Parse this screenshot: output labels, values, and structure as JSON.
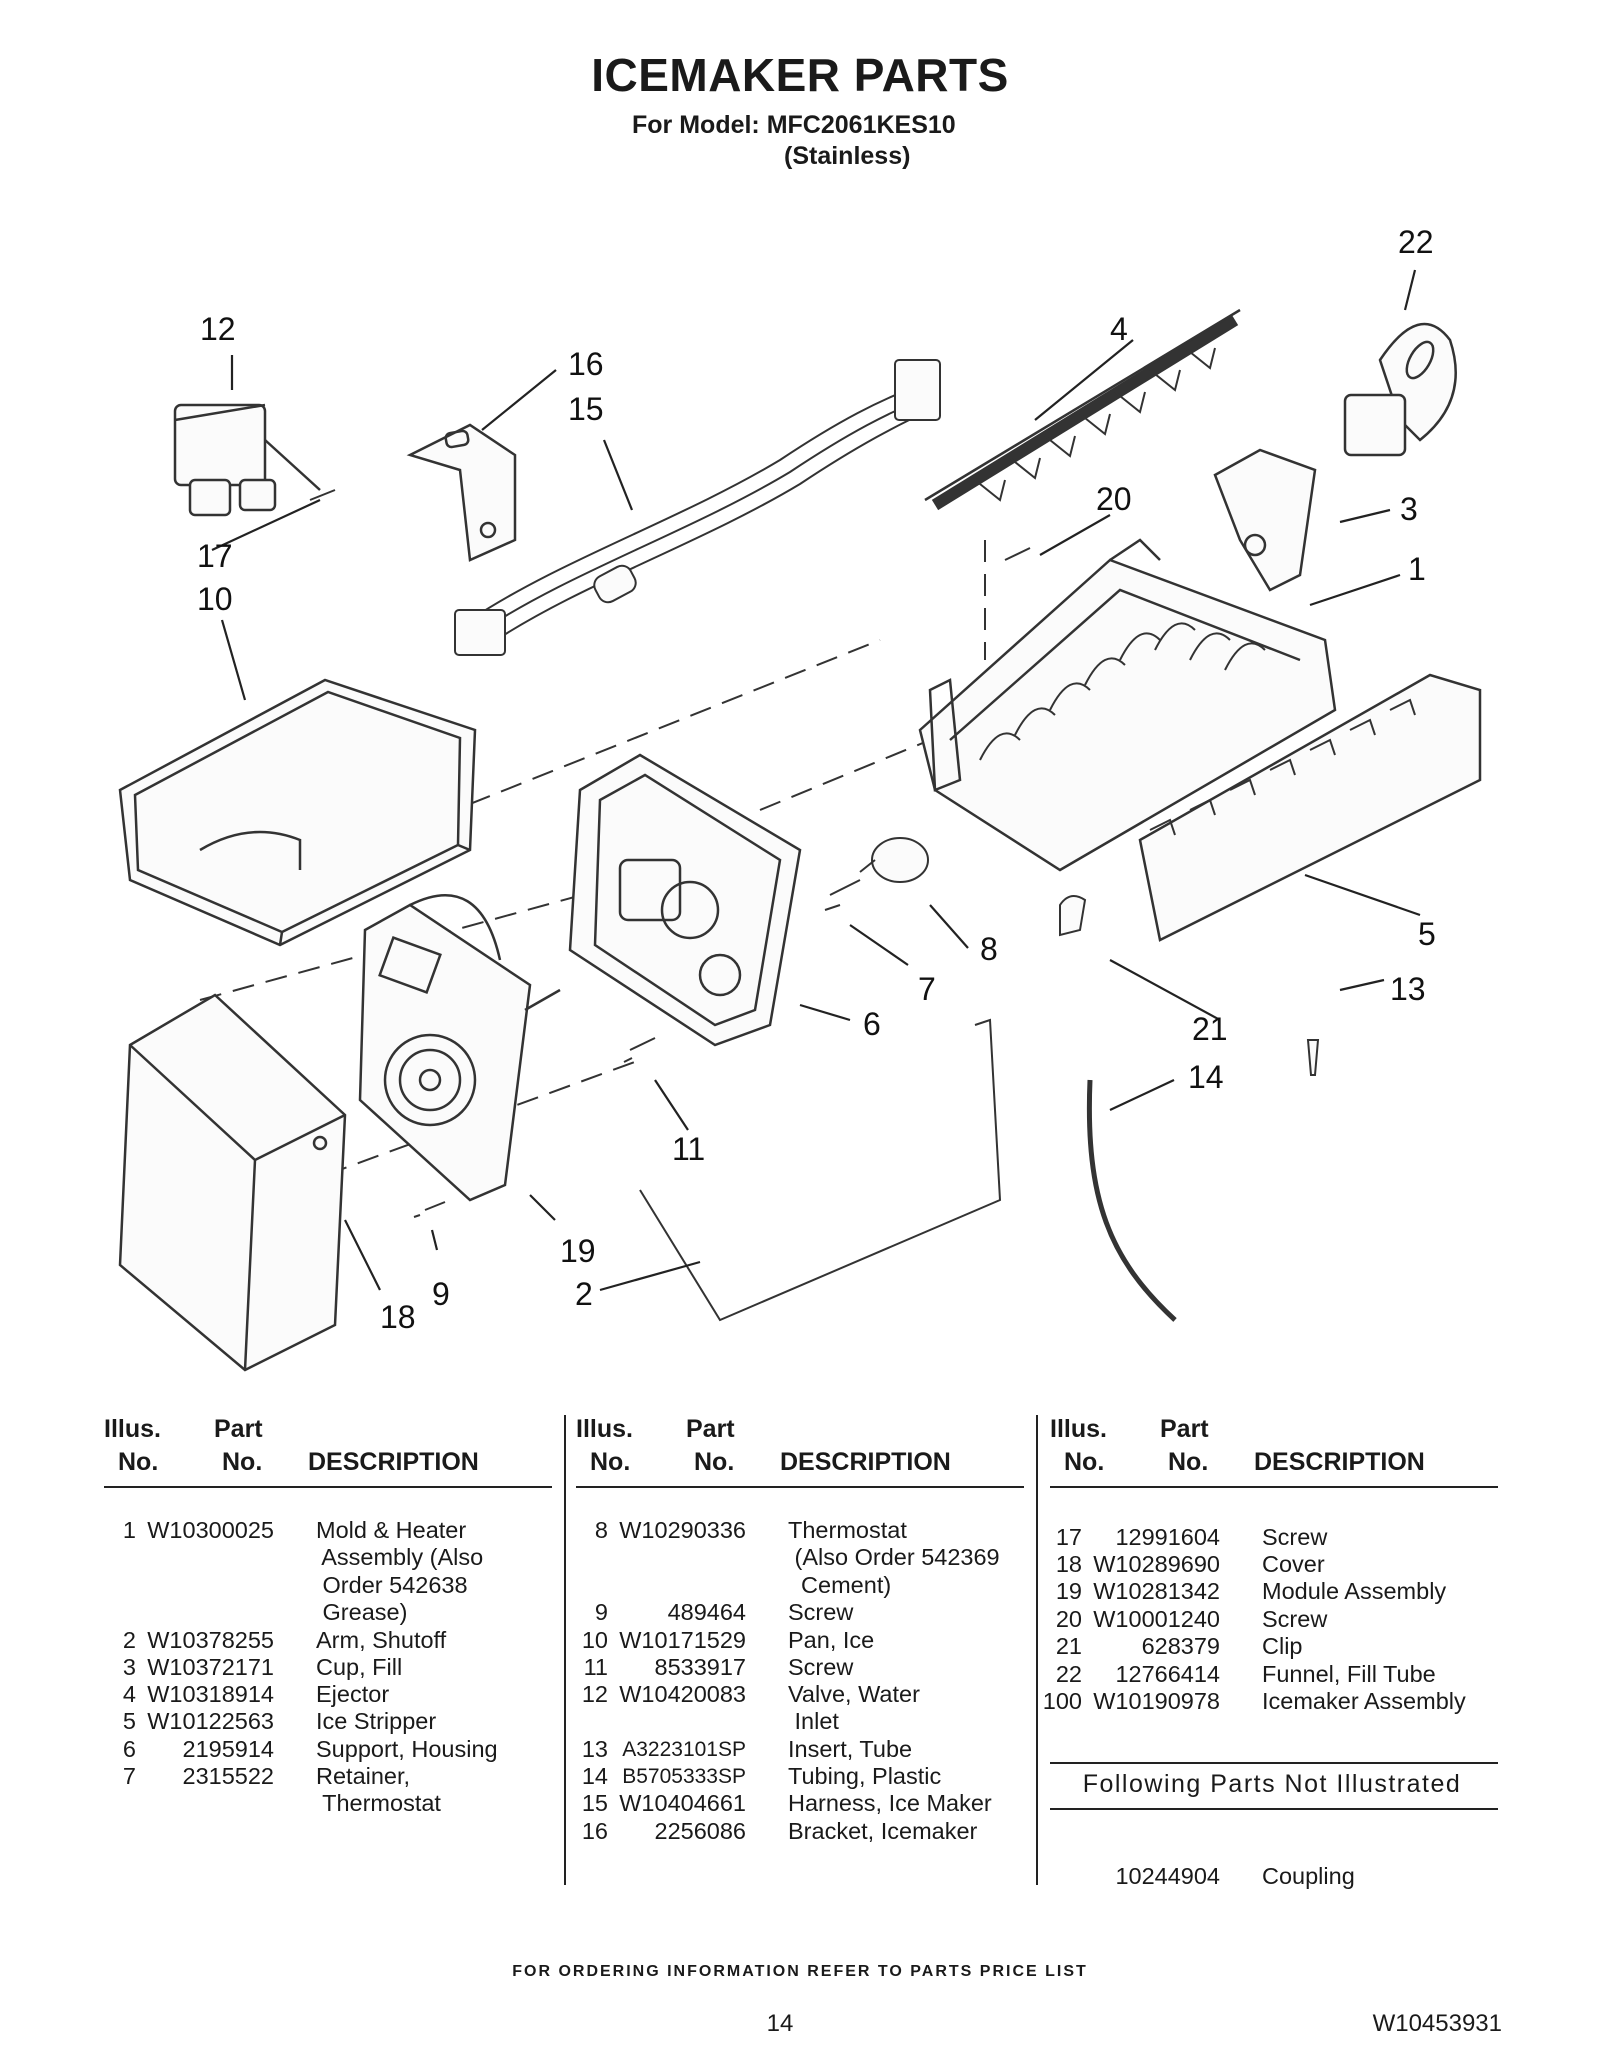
{
  "header": {
    "title": "ICEMAKER PARTS",
    "model_line": "For Model: MFC2061KES10",
    "finish_line": "(Stainless)"
  },
  "diagram": {
    "callouts": [
      "1",
      "2",
      "3",
      "4",
      "5",
      "6",
      "7",
      "8",
      "9",
      "10",
      "11",
      "12",
      "13",
      "14",
      "15",
      "16",
      "17",
      "18",
      "19",
      "20",
      "21",
      "22"
    ]
  },
  "table": {
    "headers": {
      "illus_line1": "Illus.",
      "illus_line2": "No.",
      "part_line1": "Part",
      "part_line2": "No.",
      "description": "DESCRIPTION"
    },
    "columns": [
      [
        {
          "illus": "1",
          "part": "W10300025",
          "desc": "Mold & Heater\n Assembly (Also\n Order 542638\n Grease)"
        },
        {
          "illus": "2",
          "part": "W10378255",
          "desc": "Arm, Shutoff"
        },
        {
          "illus": "3",
          "part": "W10372171",
          "desc": "Cup, Fill"
        },
        {
          "illus": "4",
          "part": "W10318914",
          "desc": "Ejector"
        },
        {
          "illus": "5",
          "part": "W10122563",
          "desc": "Ice Stripper"
        },
        {
          "illus": "6",
          "part": "2195914",
          "desc": "Support, Housing"
        },
        {
          "illus": "7",
          "part": "2315522",
          "desc": "Retainer,\n Thermostat"
        }
      ],
      [
        {
          "illus": "8",
          "part": "W10290336",
          "desc": "Thermostat\n (Also Order 542369\n  Cement)"
        },
        {
          "illus": "9",
          "part": "489464",
          "desc": "Screw"
        },
        {
          "illus": "10",
          "part": "W10171529",
          "desc": "Pan, Ice"
        },
        {
          "illus": "11",
          "part": "8533917",
          "desc": "Screw"
        },
        {
          "illus": "12",
          "part": "W10420083",
          "desc": "Valve, Water\n Inlet"
        },
        {
          "illus": "13",
          "part": "A3223101SP",
          "desc": "Insert, Tube"
        },
        {
          "illus": "14",
          "part": "B5705333SP",
          "desc": "Tubing, Plastic"
        },
        {
          "illus": "15",
          "part": "W10404661",
          "desc": "Harness, Ice Maker"
        },
        {
          "illus": "16",
          "part": "2256086",
          "desc": "Bracket, Icemaker"
        }
      ],
      [
        {
          "illus": "17",
          "part": "12991604",
          "desc": "Screw"
        },
        {
          "illus": "18",
          "part": "W10289690",
          "desc": "Cover"
        },
        {
          "illus": "19",
          "part": "W10281342",
          "desc": "Module Assembly"
        },
        {
          "illus": "20",
          "part": "W10001240",
          "desc": "Screw"
        },
        {
          "illus": "21",
          "part": "628379",
          "desc": "Clip"
        },
        {
          "illus": "22",
          "part": "12766414",
          "desc": "Funnel, Fill Tube"
        },
        {
          "illus": "100",
          "part": "W10190978",
          "desc": "Icemaker Assembly"
        }
      ]
    ],
    "not_illustrated_label": "Following Parts Not Illustrated",
    "not_illustrated": [
      {
        "illus": "",
        "part": "10244904",
        "desc": "Coupling"
      }
    ]
  },
  "footer": {
    "ordering_note": "FOR ORDERING INFORMATION REFER TO PARTS PRICE LIST",
    "page_number": "14",
    "document_number": "W10453931"
  }
}
